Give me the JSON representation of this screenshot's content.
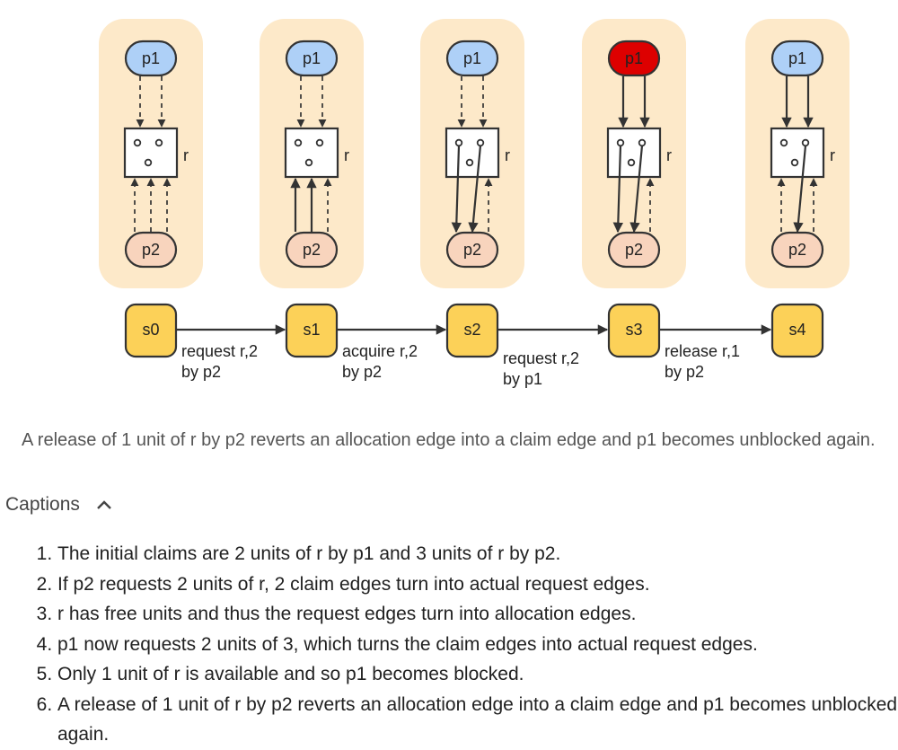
{
  "diagram": {
    "states": [
      {
        "id": "s0",
        "p1": "p1",
        "p2": "p2",
        "resource": "r",
        "p1_blocked": false,
        "p1_edges": [
          "claim",
          "claim"
        ],
        "p2_edges": [
          "claim",
          "claim",
          "claim"
        ]
      },
      {
        "id": "s1",
        "p1": "p1",
        "p2": "p2",
        "resource": "r",
        "p1_blocked": false,
        "p1_edges": [
          "claim",
          "claim"
        ],
        "p2_edges": [
          "request",
          "request",
          "claim"
        ]
      },
      {
        "id": "s2",
        "p1": "p1",
        "p2": "p2",
        "resource": "r",
        "p1_blocked": false,
        "p1_edges": [
          "claim",
          "claim"
        ],
        "p2_edges": [
          "allocation",
          "allocation",
          "claim"
        ]
      },
      {
        "id": "s3",
        "p1": "p1",
        "p2": "p2",
        "resource": "r",
        "p1_blocked": true,
        "p1_edges": [
          "request",
          "request"
        ],
        "p2_edges": [
          "allocation",
          "allocation",
          "claim"
        ]
      },
      {
        "id": "s4",
        "p1": "p1",
        "p2": "p2",
        "resource": "r",
        "p1_blocked": false,
        "p1_edges": [
          "request",
          "request"
        ],
        "p2_edges": [
          "claim",
          "allocation",
          "claim"
        ]
      }
    ],
    "transitions": [
      {
        "line1": "request r,2",
        "line2": "by p2"
      },
      {
        "line1": "acquire r,2",
        "line2": "by p2"
      },
      {
        "line1": "request r,2",
        "line2": "by p1"
      },
      {
        "line1": "release r,1",
        "line2": "by p2"
      }
    ],
    "colors": {
      "panel": "#fde9c9",
      "process_fill": "#aed0f7",
      "process2_fill": "#f8d4bd",
      "blocked_fill": "#dd0000",
      "state_fill": "#fcd158",
      "stroke": "#333333"
    }
  },
  "slide_caption": "A release of 1 unit of r by p2 reverts an allocation edge into a claim edge and p1 becomes unblocked again.",
  "captions": {
    "toggle_label": "Captions",
    "toggle_icon": "chevron-up-icon",
    "items": [
      "The initial claims are 2 units of r by p1 and 3 units of r by p2.",
      "If p2 requests 2 units of r, 2 claim edges turn into actual request edges.",
      "r has free units and thus the request edges turn into allocation edges.",
      "p1 now requests 2 units of 3, which turns the claim edges into actual request edges.",
      "Only 1 unit of r is available and so p1 becomes blocked.",
      "A release of 1 unit of r by p2 reverts an allocation edge into a claim edge and p1 becomes unblocked again."
    ]
  }
}
